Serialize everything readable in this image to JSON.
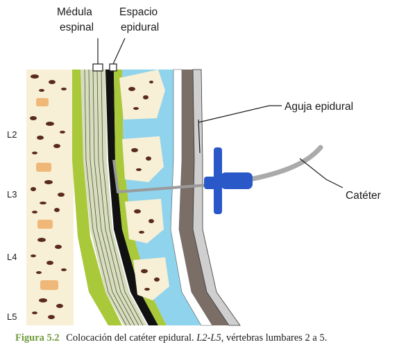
{
  "labels": {
    "medula": [
      "Médula",
      "espinal"
    ],
    "espacio": [
      "Espacio",
      "epidural"
    ],
    "aguja": "Aguja epidural",
    "cateter": "Catéter"
  },
  "vertebrae": [
    "L2",
    "L3",
    "L4",
    "L5"
  ],
  "caption": {
    "figure": "Figura 5.2",
    "text": "Colocación del catéter epidural.",
    "abbr": "L2-L5",
    "rest": ", vértebras lumbares 2 a 5."
  },
  "colors": {
    "bone": "#f7efd6",
    "bone_spot": "#5a2a1a",
    "disc": "#f0b878",
    "green": "#a9c93a",
    "csf_blue": "#8fd3ec",
    "dura_black": "#111111",
    "needle_blue": "#2a58c8",
    "ligament_gray": "#7a6e66",
    "skin_gray": "#cfcfcf"
  }
}
